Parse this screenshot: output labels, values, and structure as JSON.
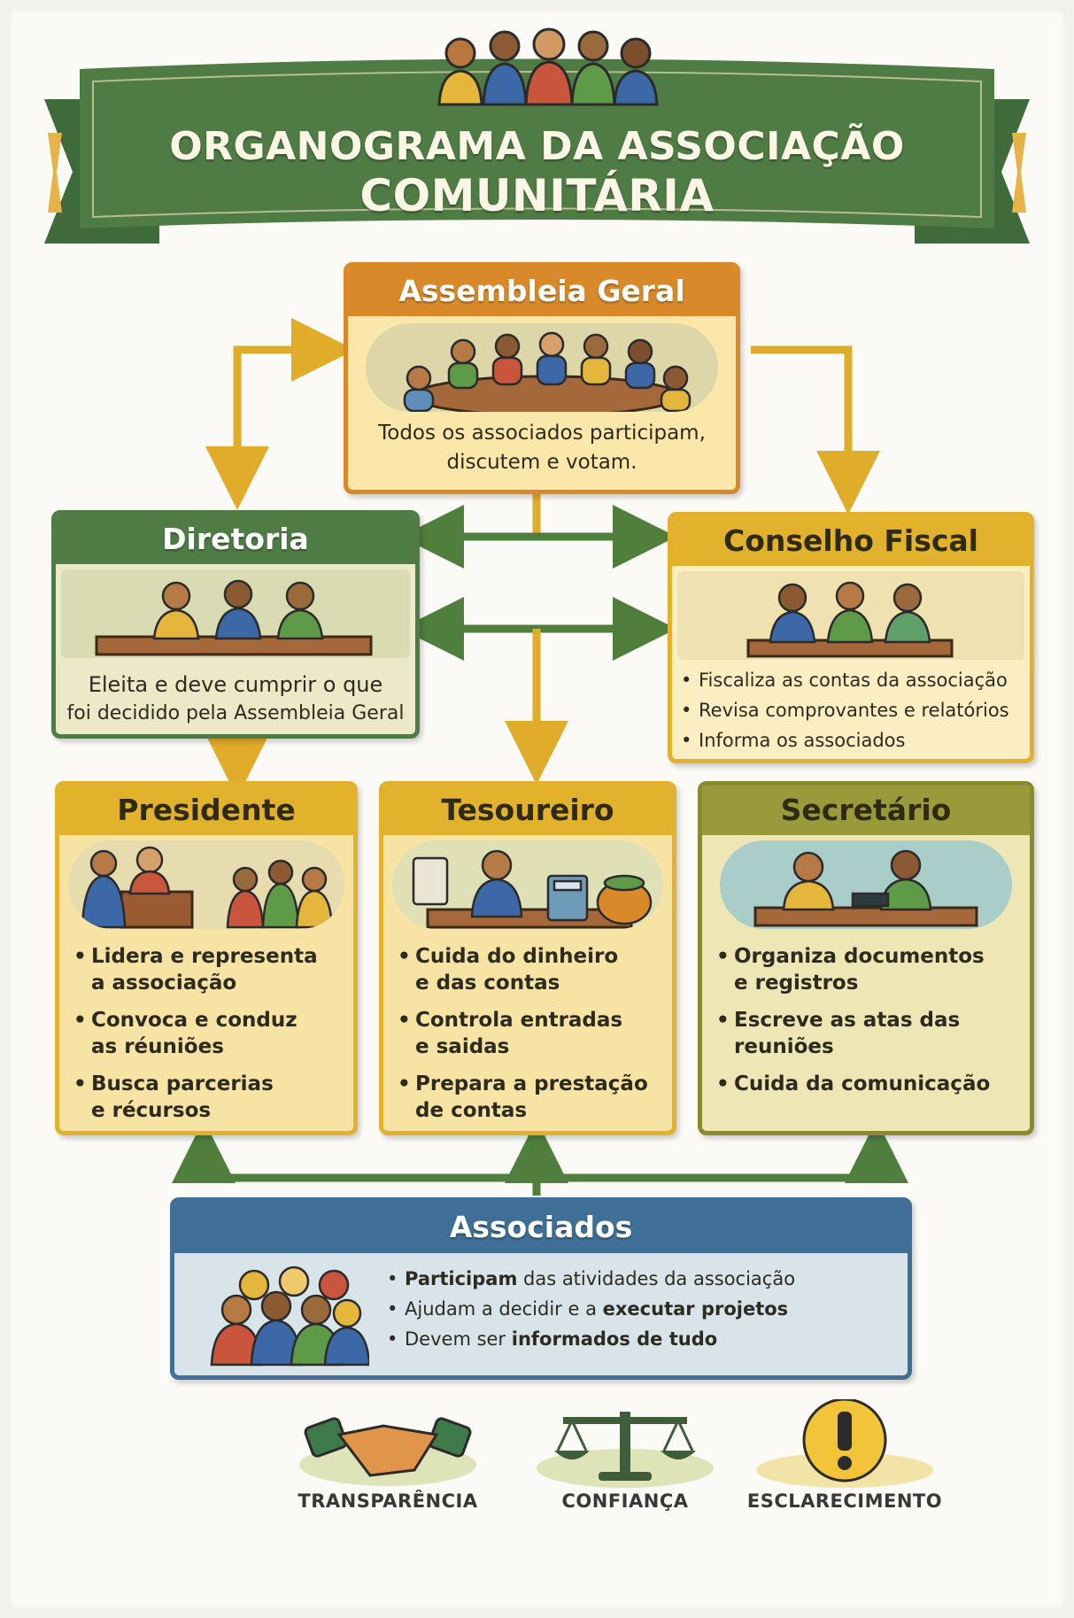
{
  "title": {
    "line1": "ORGANOGRAMA DA ASSOCIAÇÃO",
    "line2": "COMUNITÁRIA"
  },
  "colors": {
    "green": "#4f7b45",
    "orange": "#d9892a",
    "yellow": "#e3b22d",
    "olive": "#8a8a2e",
    "blue": "#3f6f97",
    "arrow_yellow": "#e0ac2a",
    "arrow_green": "#4f7e3d"
  },
  "assembleia": {
    "title": "Assembleia Geral",
    "description_line1": "Todos os associados participam,",
    "description_line2": "discutem e votam."
  },
  "diretoria": {
    "title": "Diretoria",
    "description_line1": "Eleita e deve cumprir o que",
    "description_line2": "foi decidido pela Assembleia Geral"
  },
  "conselho": {
    "title": "Conselho Fiscal",
    "items": [
      "Fiscaliza as contas da associação",
      "Revisa comprovantes e relatórios",
      "Informa os associados"
    ]
  },
  "presidente": {
    "title": "Presidente",
    "items": [
      {
        "line1": "Lidera e representa",
        "line2": "a associação"
      },
      {
        "line1": "Convoca e conduz",
        "line2": "as réuniões"
      },
      {
        "line1": "Busca parcerias",
        "line2": "e récursos"
      }
    ]
  },
  "tesoureiro": {
    "title": "Tesoureiro",
    "items": [
      {
        "line1": "Cuida do dinheiro",
        "line2": "e das contas"
      },
      {
        "line1": "Controla entradas",
        "line2": "e saidas"
      },
      {
        "line1": "Prepara a prestação",
        "line2": "de contas"
      }
    ]
  },
  "secretario": {
    "title": "Secretário",
    "items": [
      {
        "line1": "Organiza documentos",
        "line2": "e registros"
      },
      {
        "line1": "Escreve as atas das",
        "line2": "reuniões"
      },
      {
        "line1": "Cuida da comunicação",
        "line2": ""
      }
    ]
  },
  "associados": {
    "title": "Associados",
    "items": [
      {
        "bold": "Participam",
        "rest": " das atividades da associação"
      },
      {
        "pre": "Ajudam a decidir e a ",
        "bold": "executar projetos"
      },
      {
        "pre": "Devem ser ",
        "bold": "informados de tudo"
      }
    ]
  },
  "values": [
    {
      "label": "TRANSPARÊNCIA",
      "icon": "handshake-icon"
    },
    {
      "label": "CONFIANÇA",
      "icon": "scales-icon"
    },
    {
      "label": "ESCLARECIMENTO",
      "icon": "exclamation-icon"
    }
  ]
}
